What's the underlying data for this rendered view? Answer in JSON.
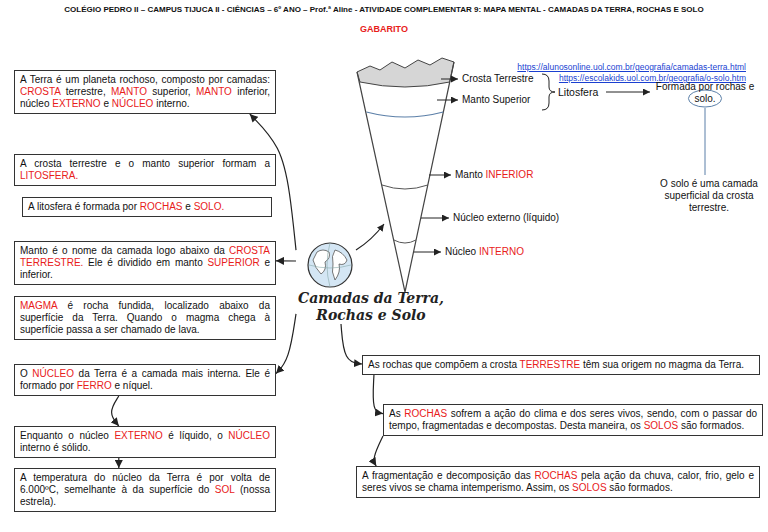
{
  "diagram": {
    "title": "COLÉGIO PEDRO II – CAMPUS TIJUCA II - CIÊNCIAS – 6º ANO – Prof.ª Aline - ATIVIDADE COMPLEMENTAR 9: MAPA MENTAL - CAMADAS DA TERRA, ROCHAS E SOLO",
    "nodes": [
      {
        "text": [
          "A Terra é um planeta rochoso, composto por camadas: CROSTA terrestre, MANTO superior, MANTO inferior, núcleo EXTERNO e NÚCLEO interno."
        ]
      },
      {
        "text": [
          "A crosta terrestre e o manto superior formam a LITOSFERA."
        ]
      },
      {
        "text": [
          "A litosfera é formada por ROCHAS e SOLO."
        ]
      },
      {
        "text": [
          "Manto é o nome da camada logo abaixo da CROSTA TERRESTRE. Ele é dividido em manto SUPERIOR e inferior."
        ]
      },
      {
        "text": [
          "MAGMA é rocha fundida, localizado abaixo da superfície da Terra. Quando o magma chega à superfície passa a ser chamado de lava."
        ]
      },
      {
        "text": [
          "O NÚCLEO da Terra é a camada mais interna. Ele é formado por FERRO e níquel."
        ]
      },
      {
        "text": [
          "Enquanto o núcleo EXTERNO é líquido, o NÚCLEO interno é sólido."
        ]
      },
      {
        "text": [
          "A temperatura do núcleo da Terra é por volta de 6.000ºC, semelhante à da superfície do SOL (nossa estrela)."
        ]
      },
      {
        "text": [
          "Camadas da Terra, Rochas e Solo"
        ]
      },
      {
        "text": [
          "As rochas que compõem a crosta TERRESTRE têm sua origem no magma da Terra."
        ]
      },
      {
        "text": [
          "As ROCHAS sofrem a ação do clima e dos seres vivos, sendo, com o passar do tempo, fragmentadas e decompostas. Desta maneira, os SOLOS são formados."
        ]
      },
      {
        "text": [
          "A fragmentação e decomposição das ROCHAS pela ação da chuva, calor, frio, gelo e seres vivos se chama intemperismo. Assim, os SOLOS são formados."
        ]
      }
    ],
    "edges": [
      {
        "from": 8,
        "to": 0,
        "arrow": "to"
      },
      {
        "from": 8,
        "to": 3,
        "arrow": "to"
      },
      {
        "from": 8,
        "to": 5,
        "arrow": "to"
      },
      {
        "from": 5,
        "to": 6,
        "arrow": "to"
      },
      {
        "from": 6,
        "to": 7,
        "arrow": "to"
      },
      {
        "from": 8,
        "to": 9,
        "arrow": "to"
      },
      {
        "from": 9,
        "to": 10,
        "arrow": "to"
      },
      {
        "from": 10,
        "to": 11,
        "arrow": "to"
      }
    ],
    "labels": [
      "GABARITO",
      "https://alunosonline.uol.com.br/geografia/camadas-terra.html",
      "https://escolakids.uol.com.br/geografia/o-solo.htm",
      "Crosta Terrestre",
      "Manto Superior",
      "Litosfera",
      "Formada por rochas e solo.",
      "O solo é uma camada superficial da crosta terrestre.",
      "Manto INFERIOR",
      "Núcleo externo (líquido)",
      "Núcleo INTERNO"
    ]
  }
}
